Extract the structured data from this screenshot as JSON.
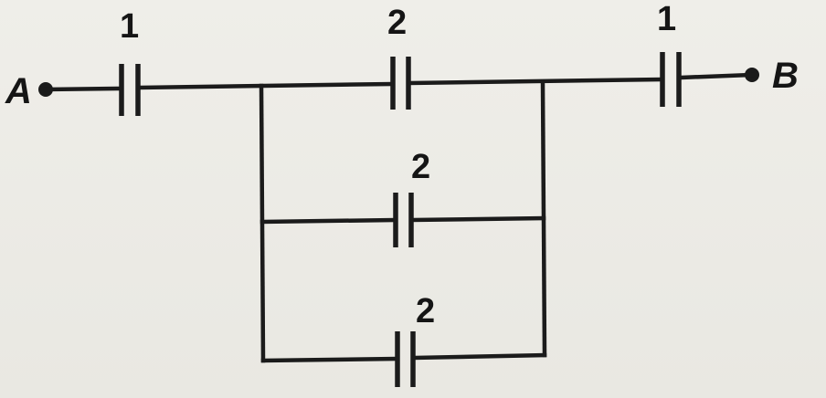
{
  "terminals": {
    "left": "A",
    "right": "B"
  },
  "capacitors": {
    "c1_left": "1",
    "c2_top": "2",
    "c1_right": "1",
    "c2_middle": "2",
    "c2_bottom": "2"
  },
  "colors": {
    "ink": "#1b1b1b",
    "paper": "#ecebe6"
  }
}
